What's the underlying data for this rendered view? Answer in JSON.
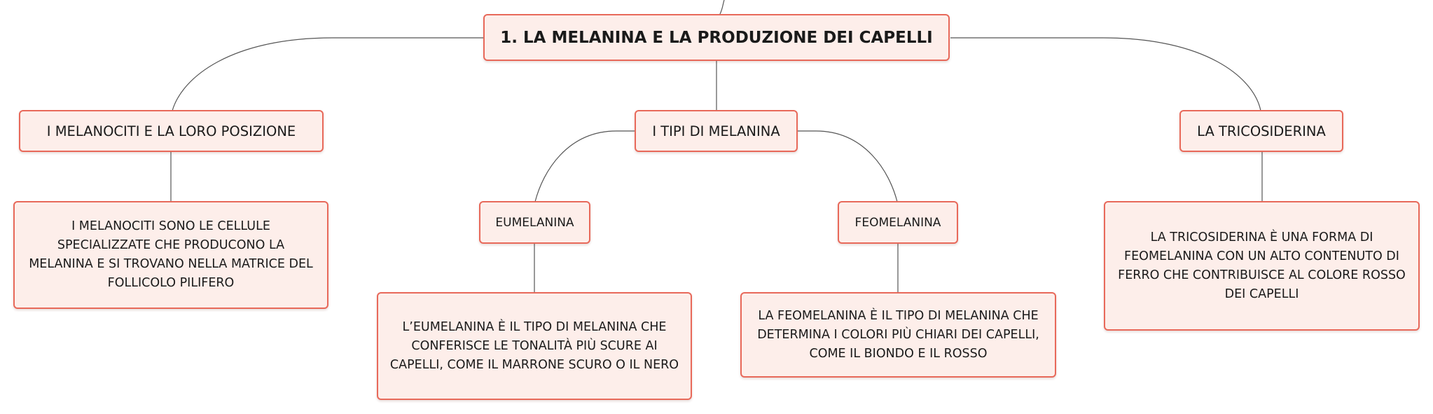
{
  "diagram": {
    "root": {
      "label": "1. LA MELANINA E LA PRODUZIONE DEI CAPELLI"
    },
    "melanociti": {
      "label": "I MELANOCITI E LA LORO POSIZIONE",
      "description": "I MELANOCITI SONO LE CELLULE SPECIALIZZATE CHE PRODUCONO LA MELANINA E SI TROVANO NELLA MATRICE DEL FOLLICOLO PILIFERO"
    },
    "tipi": {
      "label": "I TIPI DI MELANINA"
    },
    "eumelanina": {
      "label": "EUMELANINA",
      "description": "L’EUMELANINA È IL TIPO DI MELANINA CHE CONFERISCE LE TONALITÀ PIÙ SCURE AI CAPELLI, COME IL MARRONE SCURO O IL NERO"
    },
    "feomelanina": {
      "label": "FEOMELANINA",
      "description": "LA FEOMELANINA È IL TIPO DI MELANINA CHE DETERMINA I COLORI PIÙ CHIARI DEI CAPELLI, COME IL BIONDO E IL ROSSO"
    },
    "tricosiderina": {
      "label": "LA TRICOSIDERINA",
      "description": "LA TRICOSIDERINA È UNA FORMA DI FEOMELANINA CON UN ALTO CONTENUTO DI FERRO CHE CONTRIBUISCE AL COLORE ROSSO DEI CAPELLI"
    }
  },
  "colors": {
    "node_border": "#e8695a",
    "node_fill": "#fdeeea",
    "connector": "#555555"
  }
}
